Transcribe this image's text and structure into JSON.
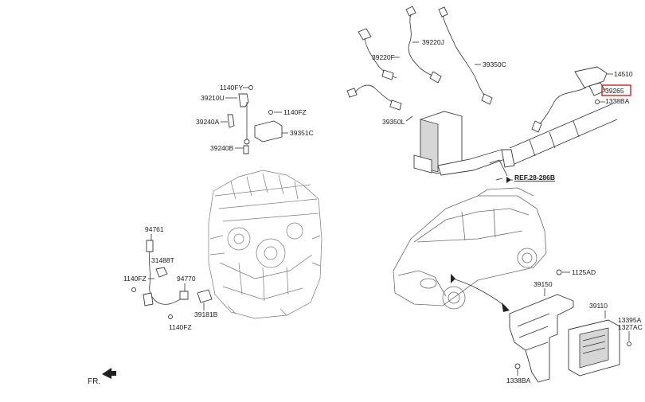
{
  "diagram": {
    "labels": {
      "p39220J": "39220J",
      "p39220F": "39220F",
      "p39350C": "39350C",
      "p14510": "14510",
      "p39265": "39265",
      "p1338BA_top": "1338BA",
      "p39350L": "39350L",
      "ref": "REF.28-286B",
      "p1140FY": "1140FY",
      "p39210U": "39210U",
      "p1140FZ_a": "1140FZ",
      "p39240A": "39240A",
      "p39351C": "39351C",
      "p39240B": "39240B",
      "p94761": "94761",
      "p31488T": "31488T",
      "p1140FZ_b": "1140FZ",
      "p94770": "94770",
      "p39181B": "39181B",
      "p1140FZ_c": "1140FZ",
      "p1125AD": "1125AD",
      "p39150": "39150",
      "p39110": "39110",
      "p13395A": "13395A",
      "p1327AC": "1327AC",
      "p1338BA_bot": "1338BA",
      "fr": "FR."
    },
    "highlight_color": "#d21e1e"
  }
}
